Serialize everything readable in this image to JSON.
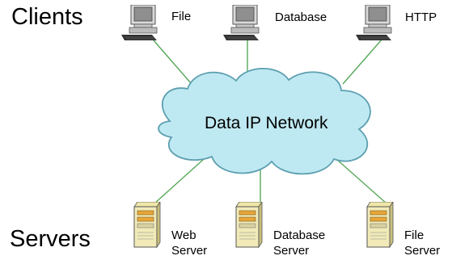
{
  "headings": {
    "clients": "Clients",
    "servers": "Servers"
  },
  "network": {
    "label": "Data IP Network",
    "color": "#bfe9f2",
    "outline": "#5c9fb0"
  },
  "link_color": "#58a85a",
  "clients": [
    {
      "label": "File",
      "icon": "desktop-computer-icon"
    },
    {
      "label": "Database",
      "icon": "desktop-computer-icon"
    },
    {
      "label": "HTTP",
      "icon": "desktop-computer-icon"
    }
  ],
  "servers": [
    {
      "label_line1": "Web",
      "label_line2": "Server",
      "icon": "server-tower-icon"
    },
    {
      "label_line1": "Database",
      "label_line2": "Server",
      "icon": "server-tower-icon"
    },
    {
      "label_line1": "File",
      "label_line2": "Server",
      "icon": "server-tower-icon"
    }
  ]
}
